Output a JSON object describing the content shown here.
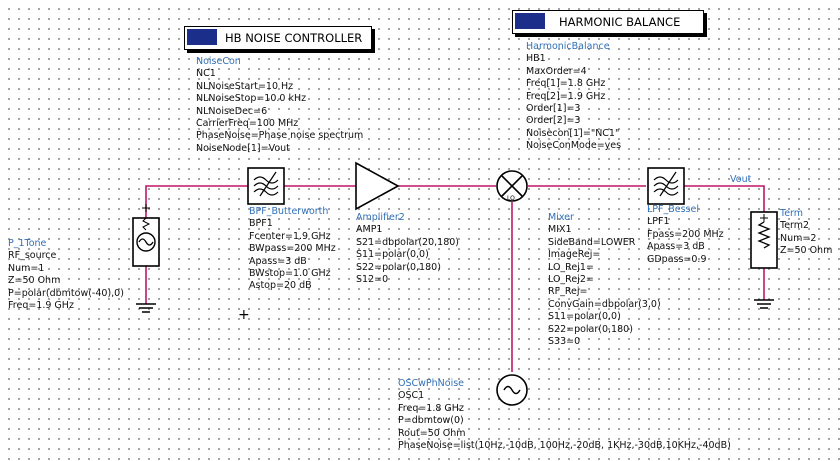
{
  "colors": {
    "wire": "#c0176a",
    "label": "#3070b8",
    "text": "#101010",
    "icon": "#1b2f8a",
    "component": "#1565a8"
  },
  "controllers": {
    "hb_noise": {
      "title": "HB NOISE CONTROLLER",
      "icon": "hb-noise-controller-icon"
    },
    "harmonic_balance": {
      "title": "HARMONIC BALANCE",
      "icon": "harmonic-balance-icon"
    }
  },
  "noisecon": {
    "type": "NoiseCon",
    "params": [
      "NC1",
      "NLNoiseStart=10 Hz",
      "NLNoiseStop=10.0 kHz",
      "NLNoiseDec=6",
      "CarrierFreq=100 MHz",
      "PhaseNoise=Phase noise spectrum",
      "NoiseNode[1]=Vout"
    ]
  },
  "hb": {
    "type": "HarmonicBalance",
    "params": [
      "HB1",
      "MaxOrder=4",
      "Freq[1]=1.8 GHz",
      "Freq[2]=1.9 GHz",
      "Order[1]=3",
      "Order[2]=3",
      "Noisecon[1]=\"NC1\"",
      "NoiseConMode=yes"
    ]
  },
  "source": {
    "type": "P_1Tone",
    "params": [
      "RF_source",
      "Num=1",
      "Z=50 Ohm",
      "P=polar(dbmtow(-40),0)",
      "Freq=1.9 GHz"
    ]
  },
  "bpf": {
    "type": "BPF_Butterworth",
    "params": [
      "BPF1",
      "Fcenter=1.9 GHz",
      "BWpass=200 MHz",
      "Apass=3 dB",
      "BWstop=1.0 GHz",
      "Astop=20 dB"
    ]
  },
  "amp": {
    "type": "Amplifier2",
    "params": [
      "AMP1",
      "S21=dbpolar(20,180)",
      "S11=polar(0,0)",
      "S22=polar(0,180)",
      "S12=0"
    ]
  },
  "mixer": {
    "type": "Mixer",
    "params": [
      "MIX1",
      "SideBand=LOWER",
      "ImageRej=",
      "LO_Rej1=",
      "LO_Rej2=",
      "RF_Rej=",
      "ConvGain=dbpolar(3,0)",
      "S11=polar(0,0)",
      "S22=polar(0,180)",
      "S33=0"
    ]
  },
  "lpf": {
    "type": "LPF_Bessel",
    "params": [
      "LPF1",
      "Fpass=200 MHz",
      "Apass=3 dB",
      "GDpass=0.9"
    ]
  },
  "term": {
    "type": "Term",
    "params": [
      "Term2",
      "Num=2",
      "Z=50 Ohm"
    ]
  },
  "osc": {
    "type": "OSCwPhNoise",
    "params": [
      "OSC1",
      "Freq=1.8 GHz",
      "P=dbmtow(0)",
      "Rout=50 Ohm",
      "PhaseNoise=list(10Hz,-10dB, 100Hz,-20dB, 1KHz,-30dB,10KHz,-40dB)"
    ]
  },
  "nodes": {
    "vout": "Vout",
    "mixer_lo": "LO"
  },
  "cursor": "+"
}
